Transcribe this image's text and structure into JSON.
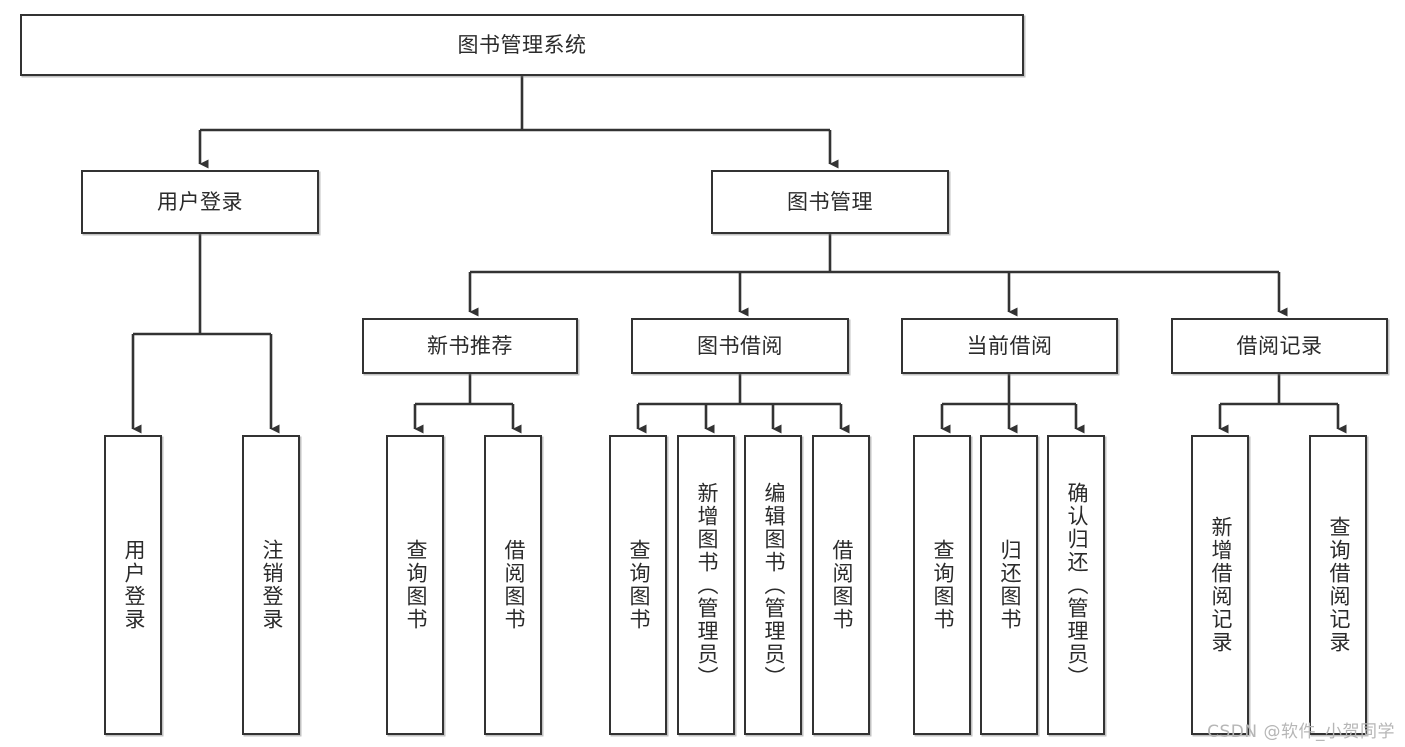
{
  "diagram": {
    "title": "图书管理系统",
    "root": {
      "label": "图书管理系统"
    },
    "level2": [
      {
        "label": "用户登录"
      },
      {
        "label": "图书管理"
      }
    ],
    "level3": [
      {
        "label": "新书推荐"
      },
      {
        "label": "图书借阅"
      },
      {
        "label": "当前借阅"
      },
      {
        "label": "借阅记录"
      }
    ],
    "leaves": [
      {
        "label": "用户登录",
        "parent": "用户登录"
      },
      {
        "label": "注销登录",
        "parent": "用户登录"
      },
      {
        "label": "查询图书",
        "parent": "新书推荐"
      },
      {
        "label": "借阅图书",
        "parent": "新书推荐"
      },
      {
        "label": "查询图书",
        "parent": "图书借阅"
      },
      {
        "label": "新增图书（管理员）",
        "parent": "图书借阅"
      },
      {
        "label": "编辑图书（管理员）",
        "parent": "图书借阅"
      },
      {
        "label": "借阅图书",
        "parent": "图书借阅"
      },
      {
        "label": "查询图书",
        "parent": "当前借阅"
      },
      {
        "label": "归还图书",
        "parent": "当前借阅"
      },
      {
        "label": "确认归还（管理员）",
        "parent": "当前借阅"
      },
      {
        "label": "新增借阅记录",
        "parent": "借阅记录"
      },
      {
        "label": "查询借阅记录",
        "parent": "借阅记录"
      }
    ],
    "watermark": "CSDN @软件_小贺同学",
    "colors": {
      "border": "#333333",
      "text": "#2b2b2b",
      "background": "#ffffff",
      "watermark": "#b6b6b6"
    }
  }
}
